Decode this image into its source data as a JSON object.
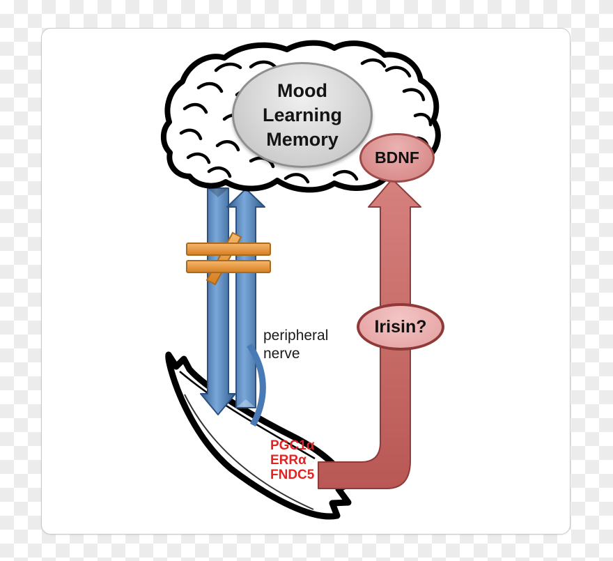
{
  "figure": {
    "brain_ellipse": {
      "lines": [
        "Mood",
        "Learning",
        "Memory"
      ]
    },
    "bdnf": {
      "label": "BDNF"
    },
    "irisin": {
      "label": "Irisin?"
    },
    "peripheral_nerve": {
      "lines": [
        "peripheral",
        "nerve"
      ]
    },
    "muscle_genes": {
      "lines": [
        "PGC1α",
        "ERRα",
        "FNDC5"
      ]
    },
    "colors": {
      "arrow_blue": "#4f81bd",
      "block_orange": "#ec9a41",
      "pathway_red": "#c86461",
      "bdnf_fill": "#dc9392",
      "irisin_fill": "#e9acac",
      "gene_text_red": "#e32222",
      "brain_ellipse_gray": "#c9c9c9"
    }
  }
}
